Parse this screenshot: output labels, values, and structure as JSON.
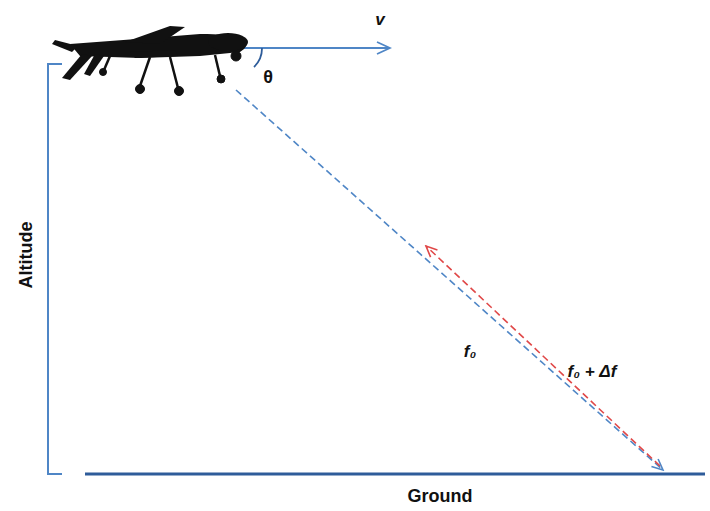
{
  "diagram": {
    "labels": [
      "v",
      "θ",
      "Altitude",
      "f₀",
      "f₀ + Δf",
      "Ground"
    ]
  }
}
